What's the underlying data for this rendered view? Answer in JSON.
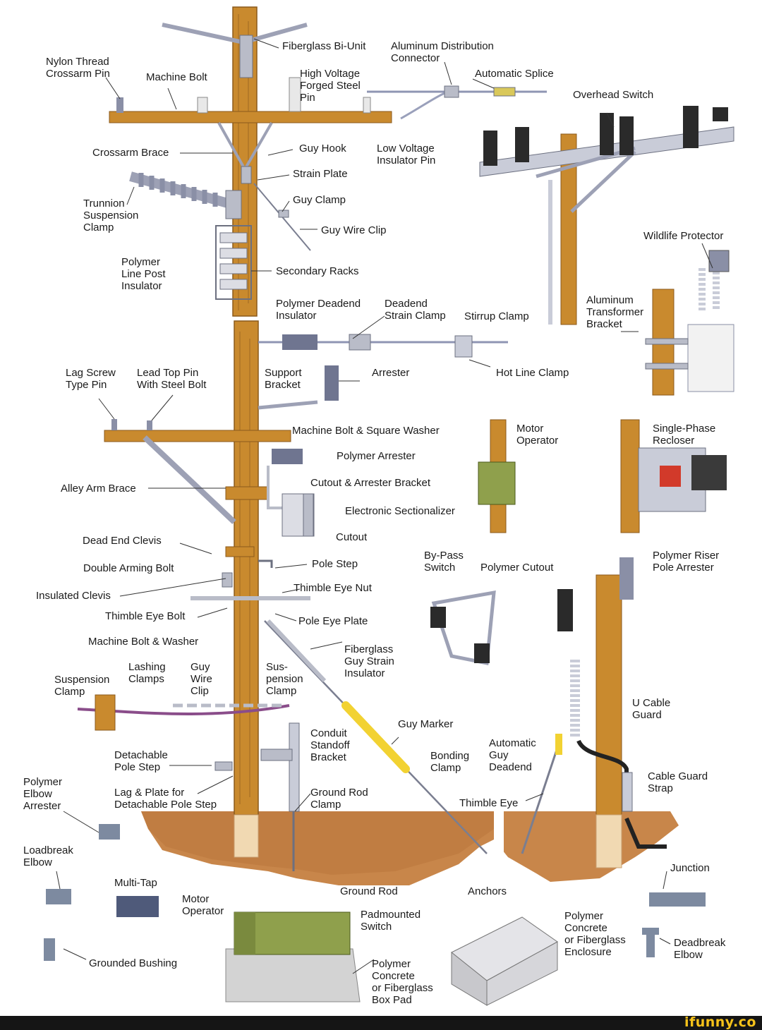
{
  "colors": {
    "wood": "#c98a2e",
    "wood_dark": "#8b5a1c",
    "ground": "#c8864a",
    "hardware": "#b9bcc8",
    "insulator": "#8a8fa6",
    "motor_green": "#8fa04c",
    "brand": "#f6c21a"
  },
  "icons": [
    "wood-pole",
    "crossarm",
    "insulator",
    "arrester",
    "switch",
    "transformer",
    "guy-wire",
    "anchor",
    "padmounted-switch",
    "enclosure"
  ],
  "labels": {
    "nylon_thread_crossarm_pin": "Nylon Thread\nCrossarm Pin",
    "machine_bolt_top": "Machine Bolt",
    "fiberglass_bi_unit": "Fiberglass Bi-Unit",
    "aluminum_distribution_connector": "Aluminum Distribution\nConnector",
    "high_voltage_forged_steel_pin": "High Voltage\nForged Steel\nPin",
    "automatic_splice": "Automatic Splice",
    "overhead_switch": "Overhead Switch",
    "crossarm_brace": "Crossarm Brace",
    "guy_hook": "Guy Hook",
    "low_voltage_insulator_pin": "Low Voltage\nInsulator Pin",
    "strain_plate": "Strain Plate",
    "trunnion_suspension_clamp": "Trunnion\nSuspension\nClamp",
    "guy_clamp": "Guy Clamp",
    "guy_wire_clip_top": "Guy Wire Clip",
    "wildlife_protector": "Wildlife Protector",
    "polymer_line_post_insulator": "Polymer\nLine Post\nInsulator",
    "secondary_racks": "Secondary Racks",
    "aluminum_transformer_bracket": "Aluminum\nTransformer\nBracket",
    "polymer_deadend_insulator": "Polymer Deadend\nInsulator",
    "deadend_strain_clamp": "Deadend\nStrain Clamp",
    "stirrup_clamp": "Stirrup Clamp",
    "lag_screw_type_pin": "Lag Screw\nType Pin",
    "lead_top_pin": "Lead Top Pin\nWith Steel Bolt",
    "support_bracket": "Support\nBracket",
    "arrester": "Arrester",
    "hot_line_clamp": "Hot Line Clamp",
    "machine_bolt_square_washer": "Machine Bolt & Square Washer",
    "motor_operator_top": "Motor\nOperator",
    "single_phase_recloser": "Single-Phase\nRecloser",
    "polymer_arrester": "Polymer Arrester",
    "alley_arm_brace": "Alley Arm Brace",
    "cutout_arrester_bracket": "Cutout & Arrester Bracket",
    "electronic_sectionalizer": "Electronic Sectionalizer",
    "dead_end_clevis": "Dead End Clevis",
    "cutout": "Cutout",
    "bypass_switch": "By-Pass\nSwitch",
    "polymer_cutout": "Polymer Cutout",
    "polymer_riser_pole_arrester": "Polymer Riser\nPole Arrester",
    "double_arming_bolt": "Double Arming Bolt",
    "pole_step": "Pole Step",
    "insulated_clevis": "Insulated Clevis",
    "thimble_eye_nut": "Thimble Eye Nut",
    "thimble_eye_bolt": "Thimble Eye Bolt",
    "pole_eye_plate": "Pole Eye Plate",
    "machine_bolt_washer": "Machine Bolt & Washer",
    "fiberglass_guy_strain_insulator": "Fiberglass\nGuy Strain\nInsulator",
    "suspension_clamp_left": "Suspension\nClamp",
    "lashing_clamps": "Lashing\nClamps",
    "guy_wire_clip_bottom": "Guy\nWire\nClip",
    "suspension_clamp_mid": "Sus-\npension\nClamp",
    "u_cable_guard": "U Cable\nGuard",
    "guy_marker": "Guy Marker",
    "conduit_standoff_bracket": "Conduit\nStandoff\nBracket",
    "detachable_pole_step": "Detachable\nPole Step",
    "bonding_clamp": "Bonding\nClamp",
    "automatic_guy_deadend": "Automatic\nGuy\nDeadend",
    "polymer_elbow_arrester": "Polymer\nElbow\nArrester",
    "lag_plate_detachable_pole_step": "Lag & Plate for\nDetachable Pole Step",
    "ground_rod_clamp": "Ground Rod\nClamp",
    "thimble_eye": "Thimble Eye",
    "cable_guard_strap": "Cable Guard\nStrap",
    "loadbreak_elbow": "Loadbreak\nElbow",
    "junction": "Junction",
    "multi_tap": "Multi-Tap",
    "ground_rod": "Ground Rod",
    "anchors": "Anchors",
    "motor_operator_bottom": "Motor\nOperator",
    "padmounted_switch": "Padmounted\nSwitch",
    "polymer_concrete_enclosure": "Polymer\nConcrete\nor Fiberglass\nEnclosure",
    "deadbreak_elbow": "Deadbreak\nElbow",
    "grounded_bushing": "Grounded Bushing",
    "polymer_concrete_box_pad": "Polymer\nConcrete\nor Fiberglass\nBox Pad"
  },
  "footer": {
    "brand": "ifunny.co"
  }
}
